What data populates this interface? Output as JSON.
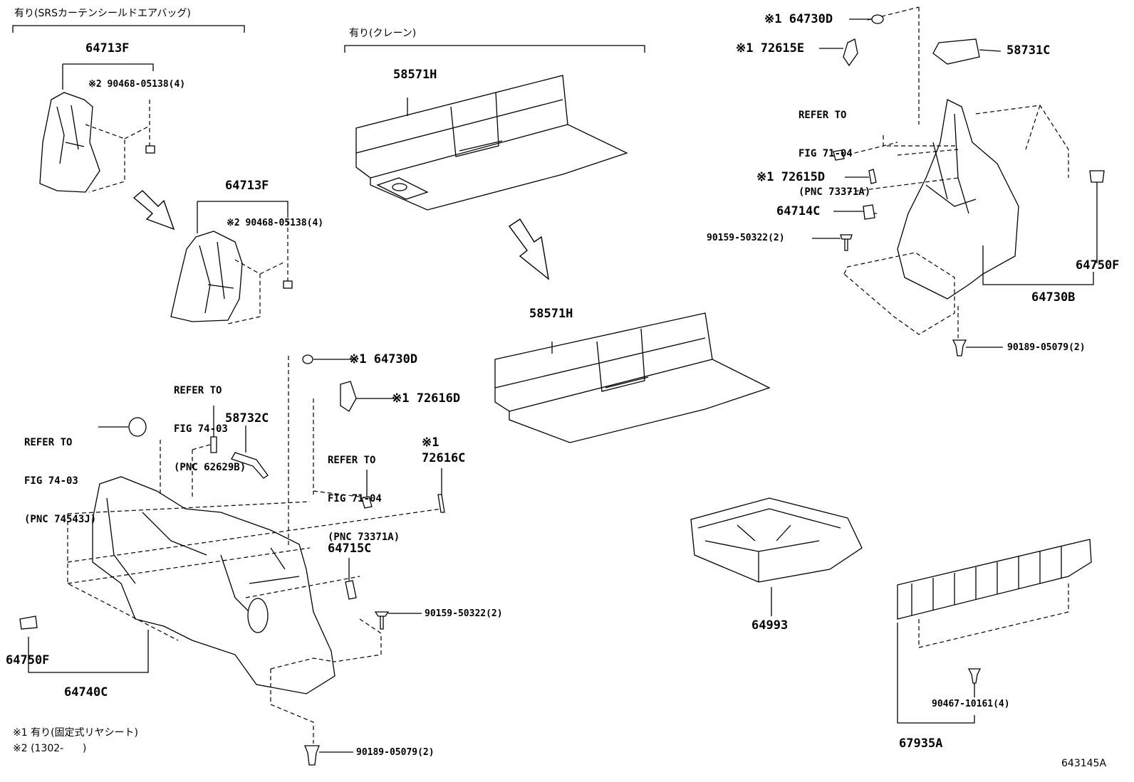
{
  "headers": {
    "srs_curtain": "有り(SRSカーテンシールドエアバッグ)",
    "crane": "有り(クレーン)"
  },
  "parts": {
    "p64713F_a": "64713F",
    "p90468_a": "※2 90468-05138(4)",
    "p64713F_b": "64713F",
    "p90468_b": "※2 90468-05138(4)",
    "p58571H_a": "58571H",
    "p58571H_b": "58571H",
    "p64730D_top": "※1 64730D",
    "p72615E": "※1 72615E",
    "p58731C": "58731C",
    "p72615D": "※1 72615D",
    "p64714C": "64714C",
    "p90159_top": "90159-50322(2)",
    "p64750F_right": "64750F",
    "p64730B": "64730B",
    "p90189_top": "90189-05079(2)",
    "p64730D_mid": "※1 64730D",
    "p72616D": "※1 72616D",
    "p58732C": "58732C",
    "p72616C_mark": "※1",
    "p72616C": "72616C",
    "p64715C": "64715C",
    "p90159_bottom": "90159-50322(2)",
    "p64750F_left": "64750F",
    "p64740C": "64740C",
    "p90189_bottom": "90189-05079(2)",
    "p64993": "64993",
    "p90467": "90467-10161(4)",
    "p67935A": "67935A"
  },
  "refs": {
    "ref_71_04_top": [
      "REFER TO",
      "FIG 71-04",
      "(PNC 73371A)"
    ],
    "ref_74_03_b": [
      "REFER TO",
      "FIG 74-03",
      "(PNC 62629B)"
    ],
    "ref_74_03_j": [
      "REFER TO",
      "FIG 74-03",
      "(PNC 74543J)"
    ],
    "ref_71_04_mid": [
      "REFER TO",
      "FIG 71-04",
      "(PNC 73371A)"
    ]
  },
  "notes": {
    "note1": "※1 有り(固定式リヤシート)",
    "note2": "※2 (1302-      )"
  },
  "figure_code": "643145A"
}
